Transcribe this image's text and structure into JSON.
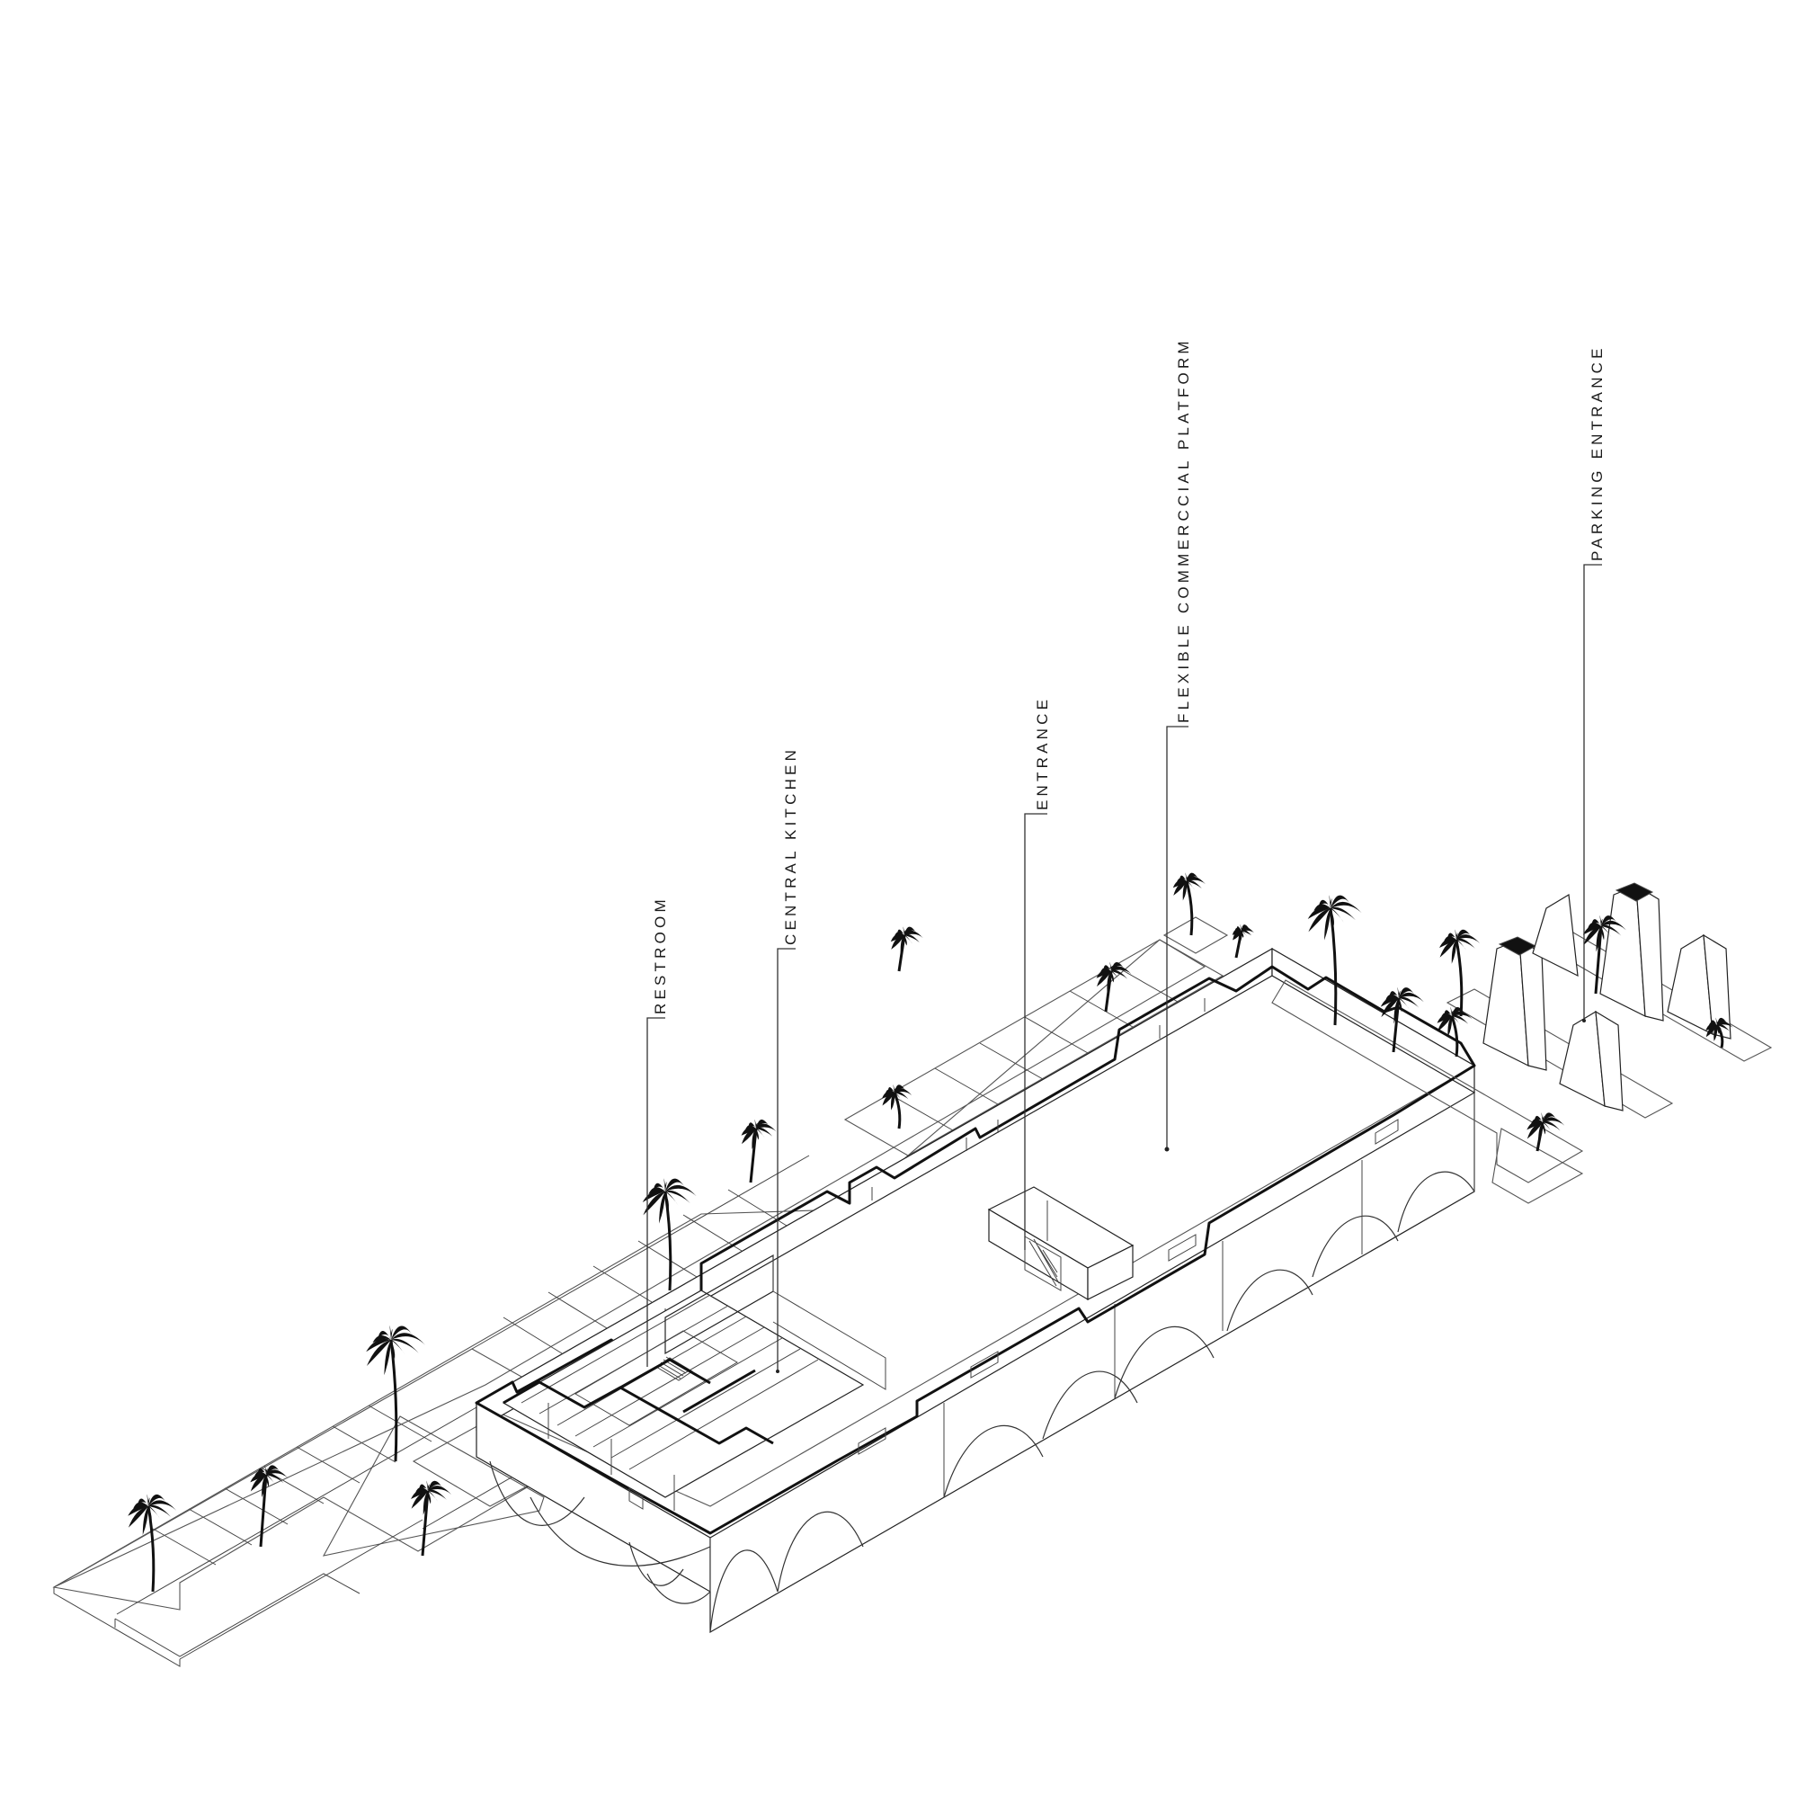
{
  "diagram": {
    "labels": [
      {
        "id": "restroom",
        "text": "RESTROOM"
      },
      {
        "id": "central_kitchen",
        "text": "CENTRAL KITCHEN"
      },
      {
        "id": "entrance",
        "text": "ENTRANCE"
      },
      {
        "id": "flexible_platform",
        "text": "FLEXIBLE COMMERCCIAL PLATFORM"
      },
      {
        "id": "parking_entrance",
        "text": "PARKING ENTRANCE"
      }
    ],
    "style": {
      "line_color": "#222222",
      "background": "#ffffff",
      "tree_color": "#111111"
    }
  }
}
